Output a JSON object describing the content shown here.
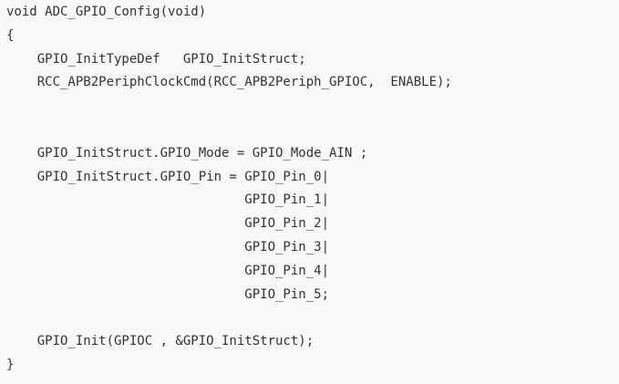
{
  "code": {
    "lines": [
      "void ADC_GPIO_Config(void)",
      "{",
      "    GPIO_InitTypeDef   GPIO_InitStruct;",
      "    RCC_APB2PeriphClockCmd(RCC_APB2Periph_GPIOC,  ENABLE);",
      "",
      "",
      "    GPIO_InitStruct.GPIO_Mode = GPIO_Mode_AIN ;",
      "    GPIO_InitStruct.GPIO_Pin = GPIO_Pin_0|",
      "                               GPIO_Pin_1|",
      "                               GPIO_Pin_2|",
      "                               GPIO_Pin_3|",
      "                               GPIO_Pin_4|",
      "                               GPIO_Pin_5;",
      "",
      "    GPIO_Init(GPIOC , &GPIO_InitStruct);",
      "}"
    ]
  }
}
